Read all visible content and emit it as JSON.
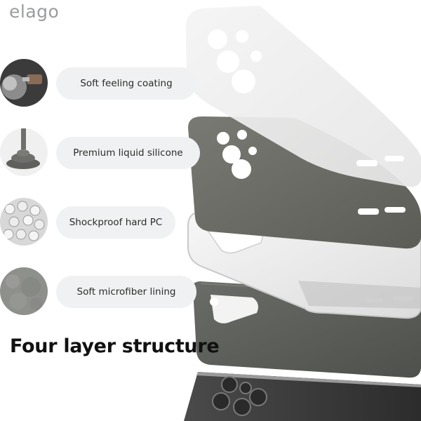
{
  "brand": {
    "logo_text": "elago"
  },
  "layers": [
    {
      "label": "Soft feeling coating",
      "icon": "spray-coating-icon"
    },
    {
      "label": "Premium liquid silicone",
      "icon": "liquid-silicone-icon"
    },
    {
      "label": "Shockproof hard PC",
      "icon": "pc-pellets-icon"
    },
    {
      "label": "Soft microfiber lining",
      "icon": "microfiber-icon"
    }
  ],
  "headline": "Four layer structure",
  "colors": {
    "logo": "#9a9c9e",
    "pill_background": "#f0f1f2",
    "silicone_gray": "#6b6b66",
    "microfiber_gray": "#5e605c",
    "headline": "#111111"
  }
}
